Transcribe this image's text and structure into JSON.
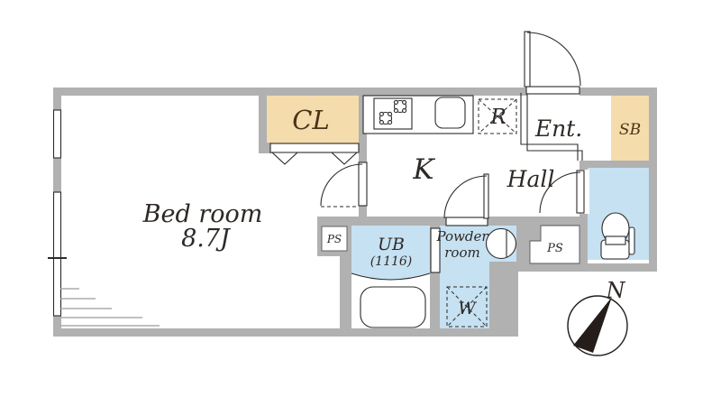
{
  "plan": {
    "rooms": {
      "bedroom": {
        "name": "Bed room",
        "area": "8.7J"
      },
      "closet": {
        "label": "CL"
      },
      "kitchen": {
        "label": "K"
      },
      "refrigerator_space": {
        "label": "R"
      },
      "entrance": {
        "label": "Ent."
      },
      "shoe_box": {
        "label": "SB"
      },
      "hall": {
        "label": "Hall"
      },
      "unit_bath": {
        "label": "UB",
        "size": "(1116)"
      },
      "powder_room": {
        "label_line1": "Powder",
        "label_line2": "room"
      },
      "washer_space": {
        "label": "W"
      },
      "pipe_space_left": {
        "label": "PS"
      },
      "pipe_space_right": {
        "label": "PS"
      }
    },
    "compass": {
      "north_label": "N"
    },
    "colors": {
      "wall_gray": "#b1b1b1",
      "water_blue": "#c6e1f2",
      "storage_tan": "#f5dcac",
      "line_dark": "#2b2b2b"
    }
  }
}
